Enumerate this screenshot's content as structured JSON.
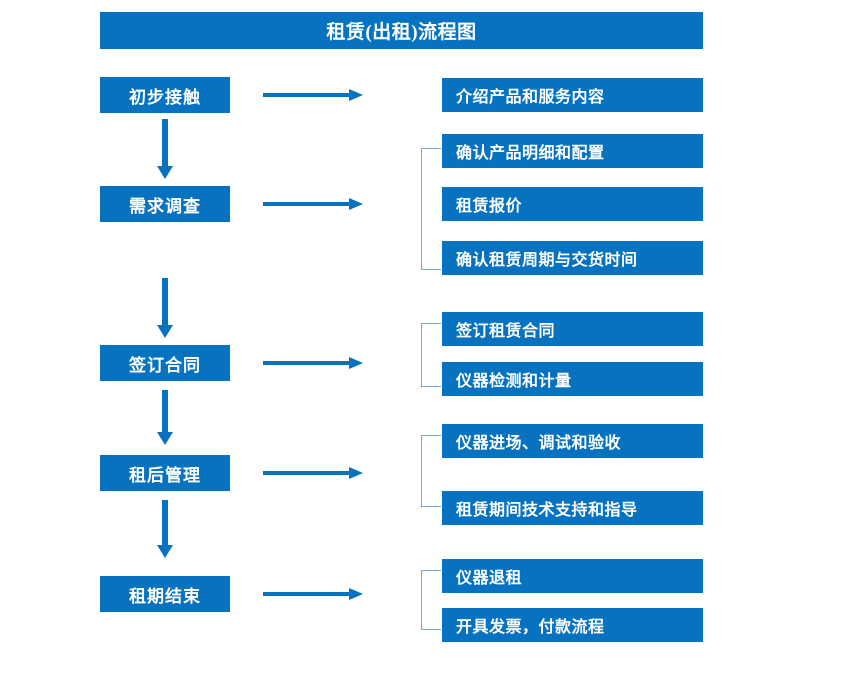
{
  "title": "租赁(出租)流程图",
  "stages": [
    {
      "label": "初步接触"
    },
    {
      "label": "需求调查"
    },
    {
      "label": "签订合同"
    },
    {
      "label": "租后管理"
    },
    {
      "label": "租期结束"
    }
  ],
  "details": [
    {
      "label": "介绍产品和服务内容"
    },
    {
      "label": "确认产品明细和配置"
    },
    {
      "label": "租赁报价"
    },
    {
      "label": "确认租赁周期与交货时间"
    },
    {
      "label": "签订租赁合同"
    },
    {
      "label": "仪器检测和计量"
    },
    {
      "label": "仪器进场、调试和验收"
    },
    {
      "label": "租赁期间技术支持和指导"
    },
    {
      "label": "仪器退租"
    },
    {
      "label": "开具发票，付款流程"
    }
  ],
  "colors": {
    "box_blue": "#0672c0",
    "bracket_blue": "#7aa8d0",
    "box_text": "#ffffff",
    "background": "#ffffff"
  }
}
